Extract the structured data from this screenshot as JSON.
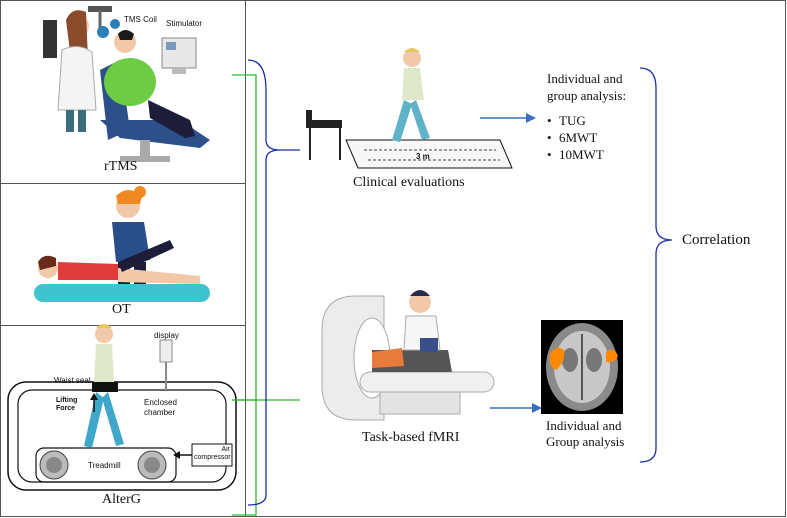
{
  "left_panels": {
    "rtms": {
      "label": "rTMS",
      "tms_coil": "TMS Coil",
      "stimulator": "Stimulator"
    },
    "ot": {
      "label": "OT"
    },
    "alterg": {
      "label": "AlterG",
      "display": "display",
      "waist_seal": "Waist seal",
      "lifting_force_1": "Lifting",
      "lifting_force_2": "Force",
      "enclosed_chamber_1": "Enclosed",
      "enclosed_chamber_2": "chamber",
      "air_compressor_1": "Air",
      "air_compressor_2": "compressor",
      "treadmill": "Treadmill"
    }
  },
  "clinical": {
    "label": "Clinical evaluations",
    "distance": "3 m"
  },
  "fmri": {
    "label": "Task-based fMRI"
  },
  "analysis_top": {
    "line1": "Individual and",
    "line2": "group analysis:",
    "items": [
      "TUG",
      "6MWT",
      "10MWT"
    ]
  },
  "analysis_bottom": {
    "line1": "Individual and",
    "line2": "Group analysis"
  },
  "correlation": "Correlation",
  "colors": {
    "blue_bracket": "#1a2fa8",
    "green_bracket": "#2dbb2d",
    "arrow": "#3a6fc0",
    "activation": "#ff8a00"
  }
}
